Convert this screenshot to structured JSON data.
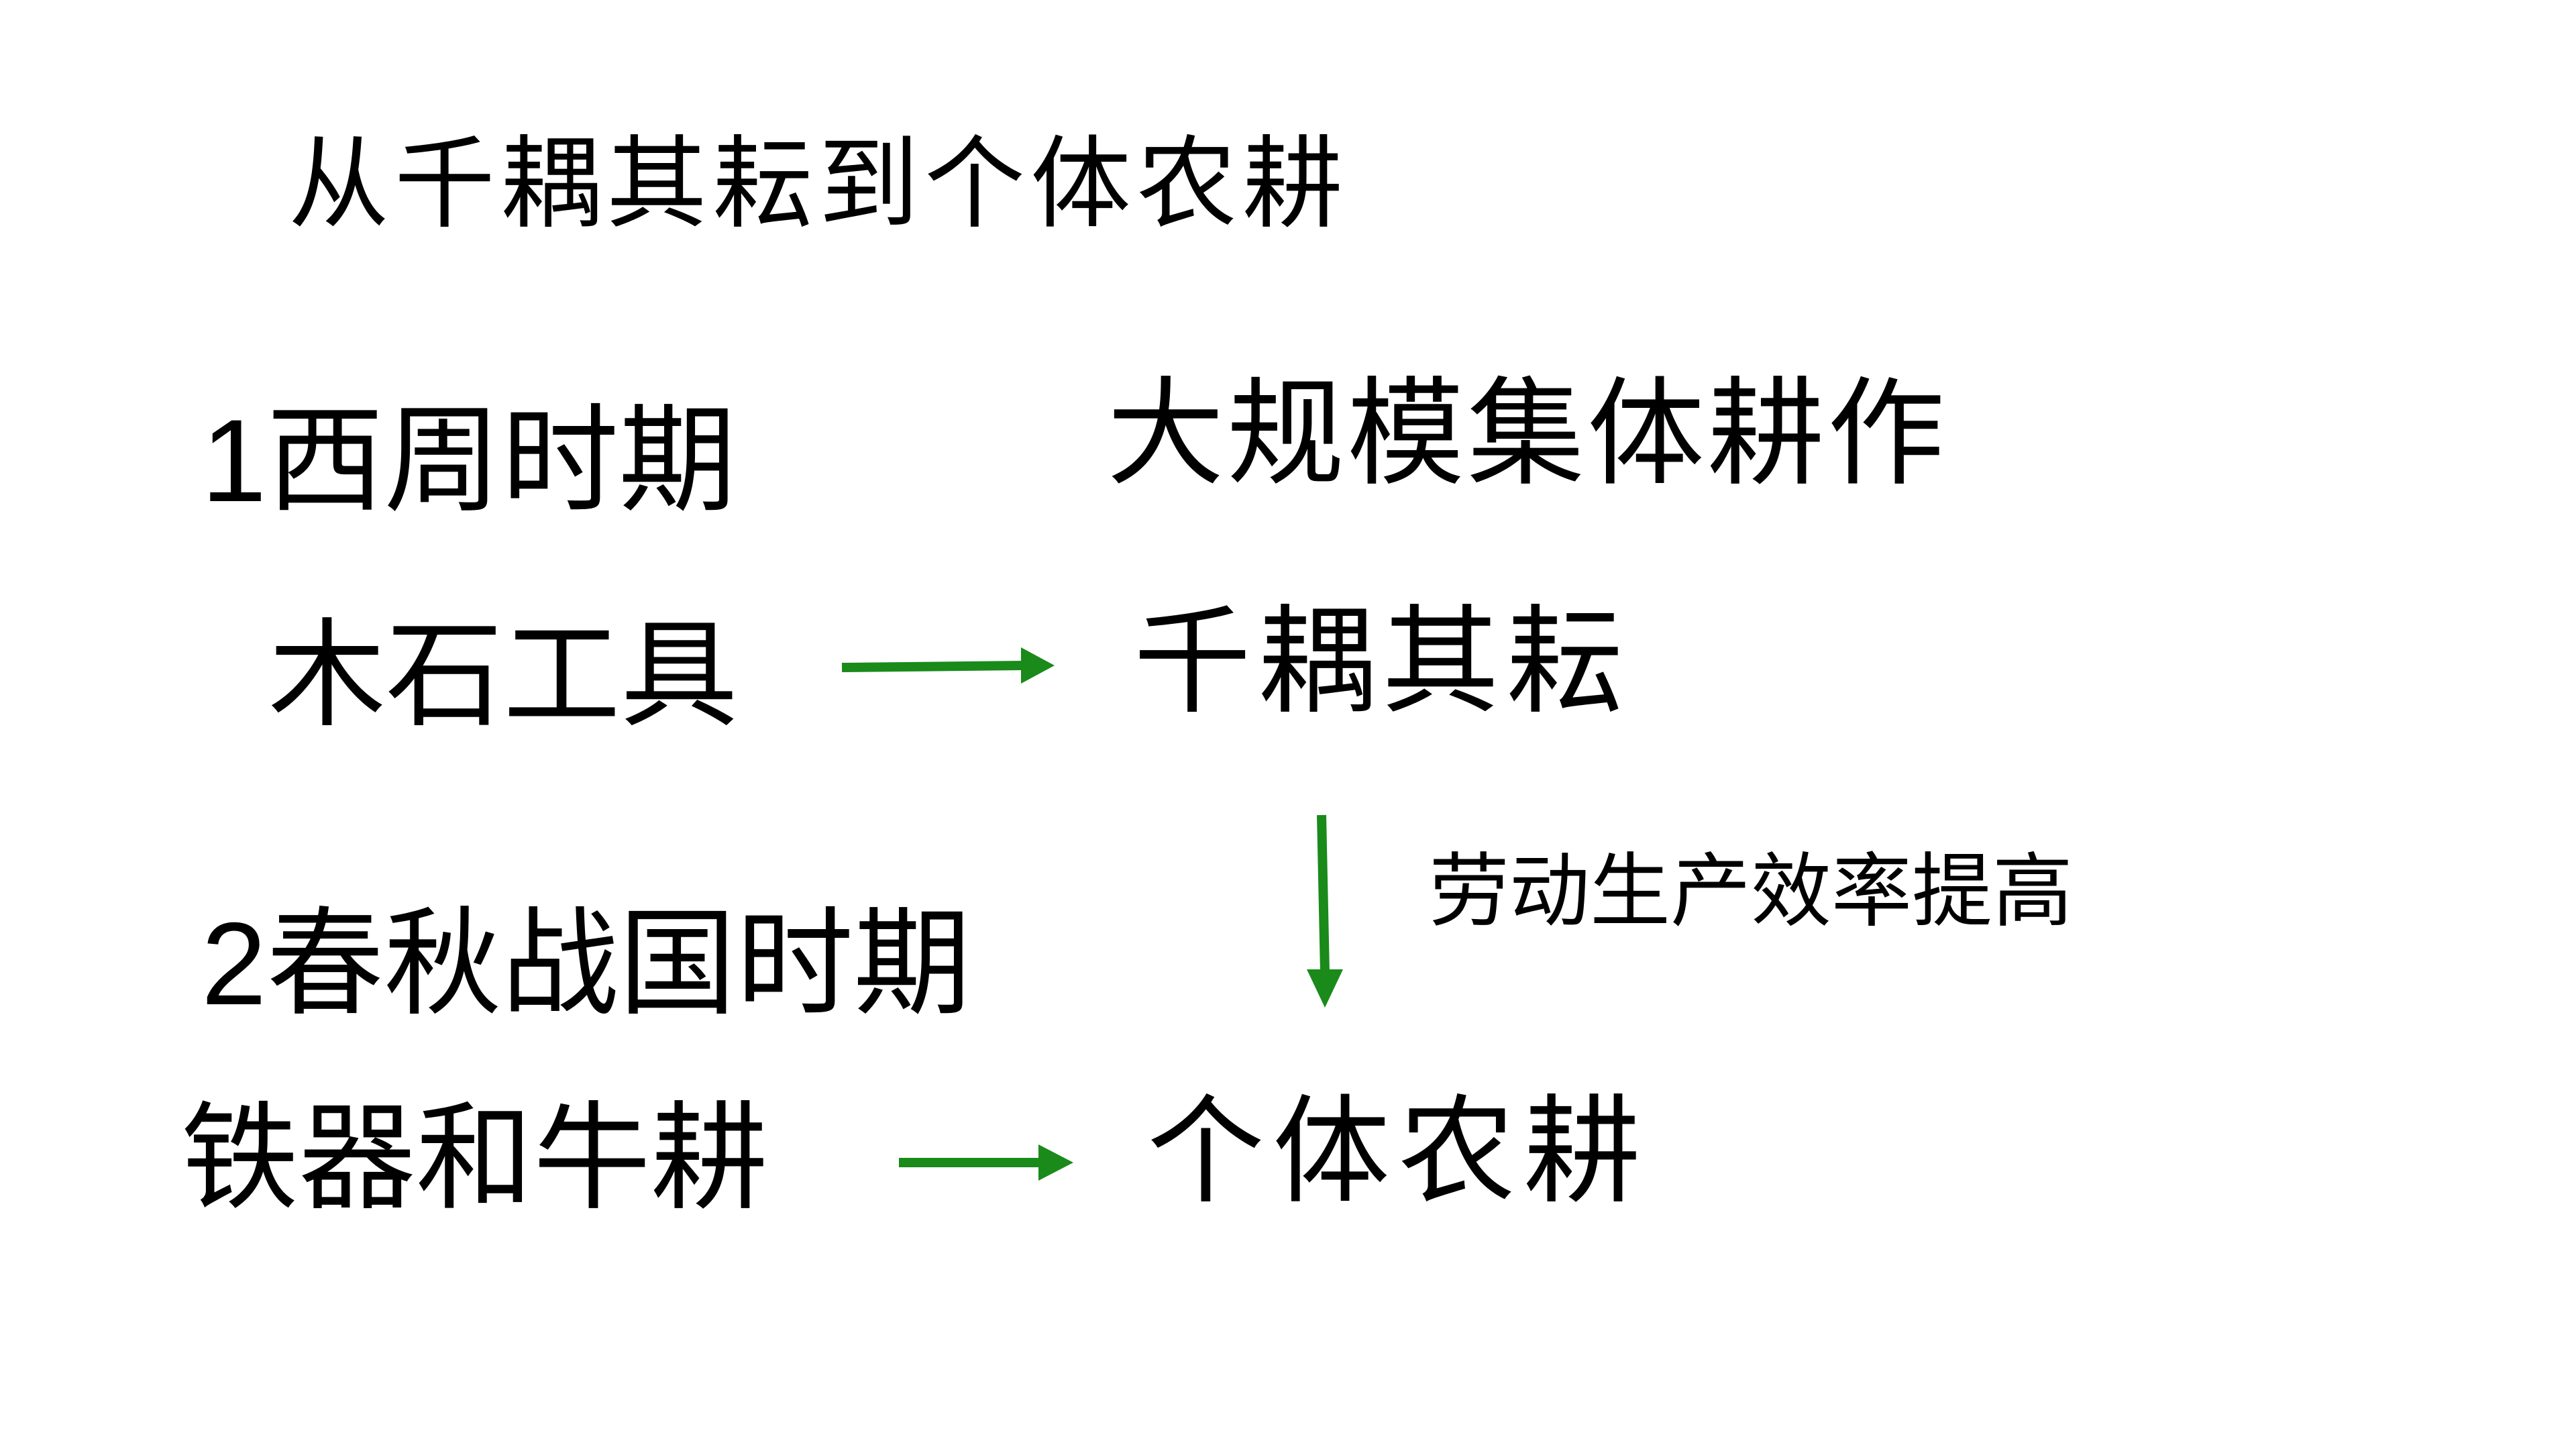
{
  "title": "从千耦其耘到个体农耕",
  "period1": {
    "number": "1",
    "label": "西周时期",
    "tools": "木石工具",
    "mode_top": "大规模集体耕作",
    "mode": "千耦其耘"
  },
  "period2": {
    "number": "2",
    "label": "春秋战国时期",
    "tools": "铁器和牛耕",
    "mode": "个体农耕"
  },
  "transition": {
    "cause": "劳动生产效率提高"
  },
  "colors": {
    "arrow": "#1a8a1a",
    "text": "#000000",
    "background": "#ffffff"
  }
}
